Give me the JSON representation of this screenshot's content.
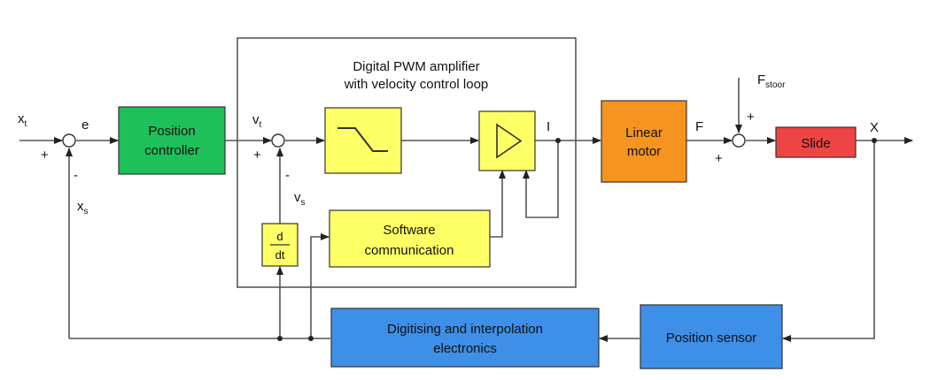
{
  "amplifier": {
    "title_line1": "Digital PWM amplifier",
    "title_line2": "with velocity control loop"
  },
  "blocks": {
    "position_controller": {
      "line1": "Position",
      "line2": "controller",
      "color": "#1ec05a"
    },
    "filter": {
      "color": "#ffff66"
    },
    "amplifier_gain": {
      "color": "#ffff66"
    },
    "linear_motor": {
      "line1": "Linear",
      "line2": "motor",
      "color": "#f5941e"
    },
    "slide": {
      "label": "Slide",
      "color": "#ee4444"
    },
    "derivative": {
      "numerator": "d",
      "denominator": "dt",
      "color": "#ffff66"
    },
    "software_communication": {
      "line1": "Software",
      "line2": "communication",
      "color": "#ffff66"
    },
    "digitising": {
      "line1": "Digitising and interpolation",
      "line2": "electronics",
      "color": "#3d8fe8"
    },
    "position_sensor": {
      "label": "Position sensor",
      "color": "#3d8fe8"
    }
  },
  "signals": {
    "xt": {
      "main": "x",
      "sub": "t"
    },
    "e": "e",
    "xs": {
      "main": "x",
      "sub": "s"
    },
    "vt": {
      "main": "v",
      "sub": "t"
    },
    "vs": {
      "main": "v",
      "sub": "s"
    },
    "current": "I",
    "force": "F",
    "fstoor": {
      "main": "F",
      "sub": "stoor"
    },
    "output": "X"
  },
  "signs": {
    "plus": "+",
    "minus": "-"
  }
}
